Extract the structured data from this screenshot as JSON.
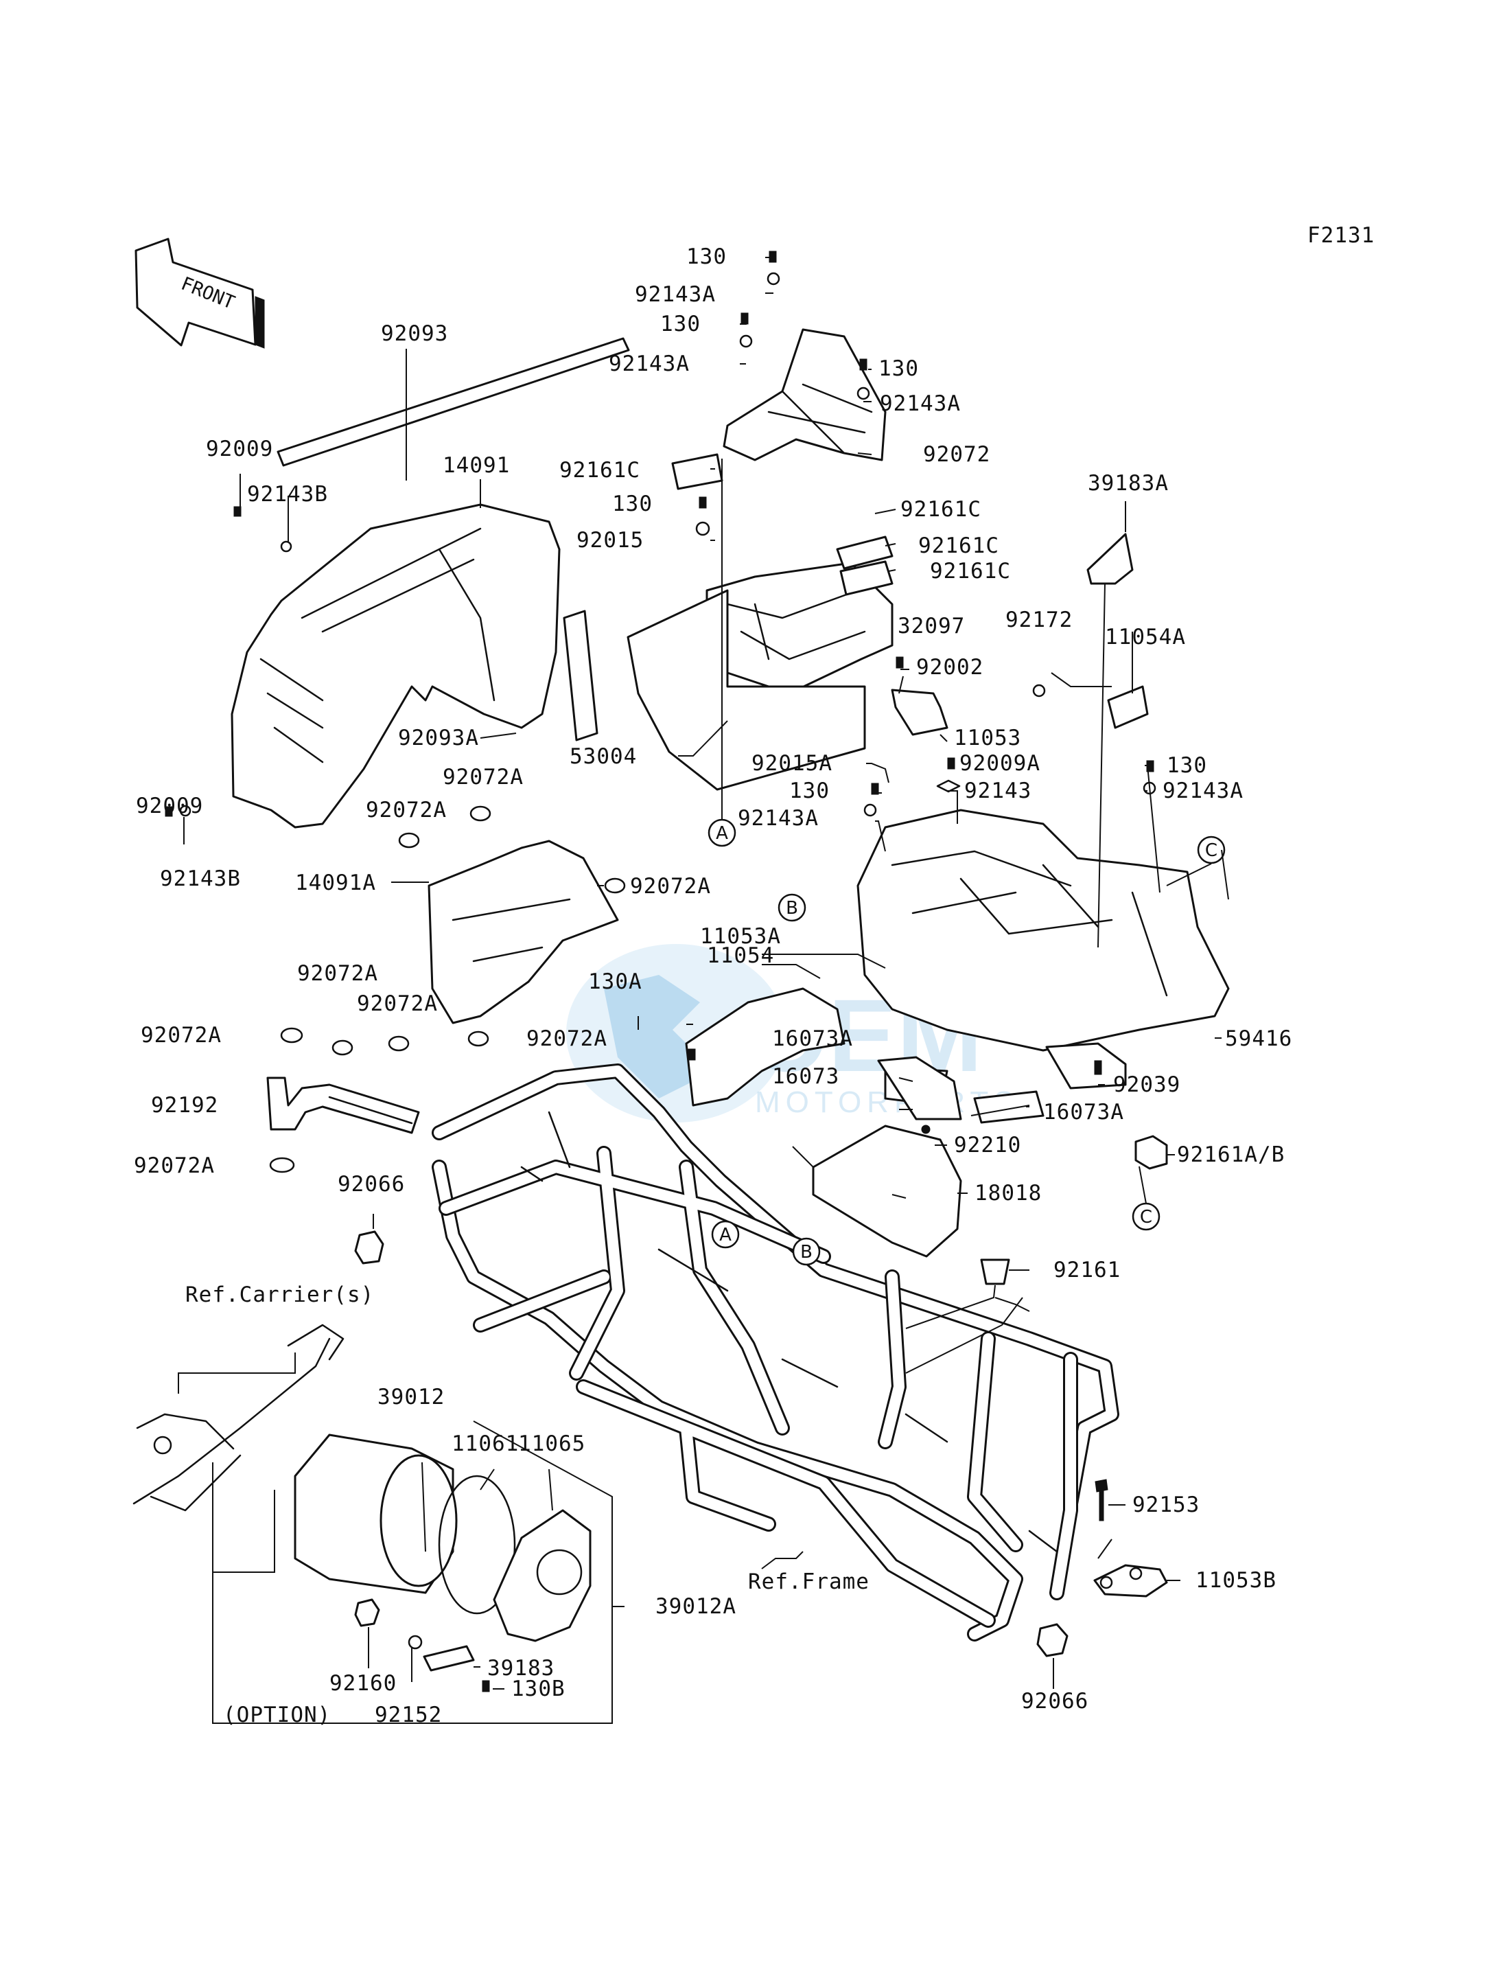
{
  "diagram_code": "F2131",
  "front_arrow_label": "FRONT",
  "watermark": {
    "main": "OEM",
    "sub": "MOTORPARTS"
  },
  "notes": {
    "ref_carrier": "Ref.Carrier(s)",
    "ref_frame": "Ref.Frame",
    "option": "(OPTION)"
  },
  "ref_markers": {
    "a": "A",
    "b": "B",
    "c": "C"
  },
  "labels": {
    "p130_1": "130",
    "p92143A_1": "92143A",
    "p130_2": "130",
    "p92143A_2": "92143A",
    "p130_3": "130",
    "p92143A_3": "92143A",
    "p92072": "92072",
    "p92093": "92093",
    "p92009_1": "92009",
    "p92143B_1": "92143B",
    "p14091": "14091",
    "p92161C_1": "92161C",
    "p130_4": "130",
    "p92161C_2": "92161C",
    "p92015": "92015",
    "p92161C_3": "92161C",
    "p92161C_4": "92161C",
    "p39183A": "39183A",
    "p32097": "32097",
    "p92172": "92172",
    "p11054A": "11054A",
    "p92002": "92002",
    "p92093A": "92093A",
    "p11053": "11053",
    "p53004": "53004",
    "p92015A": "92015A",
    "p92009A": "92009A",
    "p130_5": "130",
    "p92072A_1": "92072A",
    "p92072A_2": "92072A",
    "p130_6": "130",
    "p92143": "92143",
    "p92143A_4": "92143A",
    "p92009_2": "92009",
    "p92143A_5": "92143A",
    "p92143B_2": "92143B",
    "p14091A": "14091A",
    "p92072A_3": "92072A",
    "p11053A": "11053A",
    "p11054": "11054",
    "p92072A_4": "92072A",
    "p130A": "130A",
    "p92072A_5": "92072A",
    "p92072A_6": "92072A",
    "p92072A_7": "92072A",
    "p16073A_1": "16073A",
    "p59416": "59416",
    "p16073": "16073",
    "p92039": "92039",
    "p92192": "92192",
    "p16073A_2": "16073A",
    "p92210": "92210",
    "p92161AB": "92161A/B",
    "p92072A_8": "92072A",
    "p92066_1": "92066",
    "p18018": "18018",
    "p92161": "92161",
    "p39012": "39012",
    "p11061": "11061",
    "p11065": "11065",
    "p92153": "92153",
    "p11053B": "11053B",
    "p39012A": "39012A",
    "p92160": "92160",
    "p39183": "39183",
    "p92152": "92152",
    "p130B": "130B",
    "p92066_2": "92066"
  }
}
